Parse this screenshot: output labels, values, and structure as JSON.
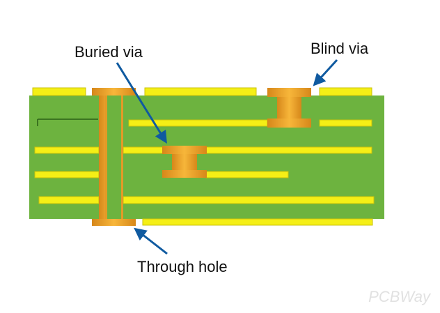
{
  "labels": {
    "buried_via": "Buried via",
    "blind_via": "Blind via",
    "through_hole": "Through hole"
  },
  "watermark": "PCBWay",
  "colors": {
    "board": "#6db33f",
    "copper": "#f5ef16",
    "copper_edge": "#c9c20a",
    "via_dark": "#d6871a",
    "via_light": "#f7b63a",
    "arrow": "#0f5aa0"
  }
}
